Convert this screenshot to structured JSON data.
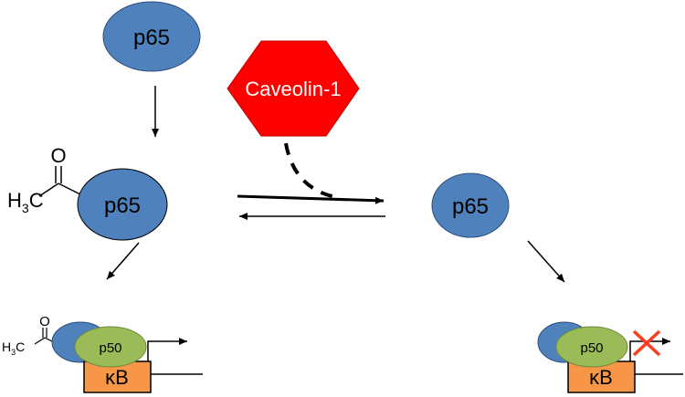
{
  "nodes": {
    "p65_top": "p65",
    "p65_acetylated": "p65",
    "p65_right": "p65",
    "caveolin": "Caveolin-1",
    "p50_left": "p50",
    "p50_right": "p50",
    "kb_left": "κB",
    "kb_right": "κB"
  },
  "chem": {
    "oxygen": "O",
    "h3c_H": "H",
    "h3c_sub": "3",
    "h3c_C": "C"
  },
  "colors": {
    "p65_fill": "#4f81bd",
    "p50_fill": "#9bbb59",
    "caveolin_fill": "#ff0000",
    "kb_fill": "#f79646",
    "inhibit_mark": "#ff3b1f",
    "stroke": "#000000"
  }
}
